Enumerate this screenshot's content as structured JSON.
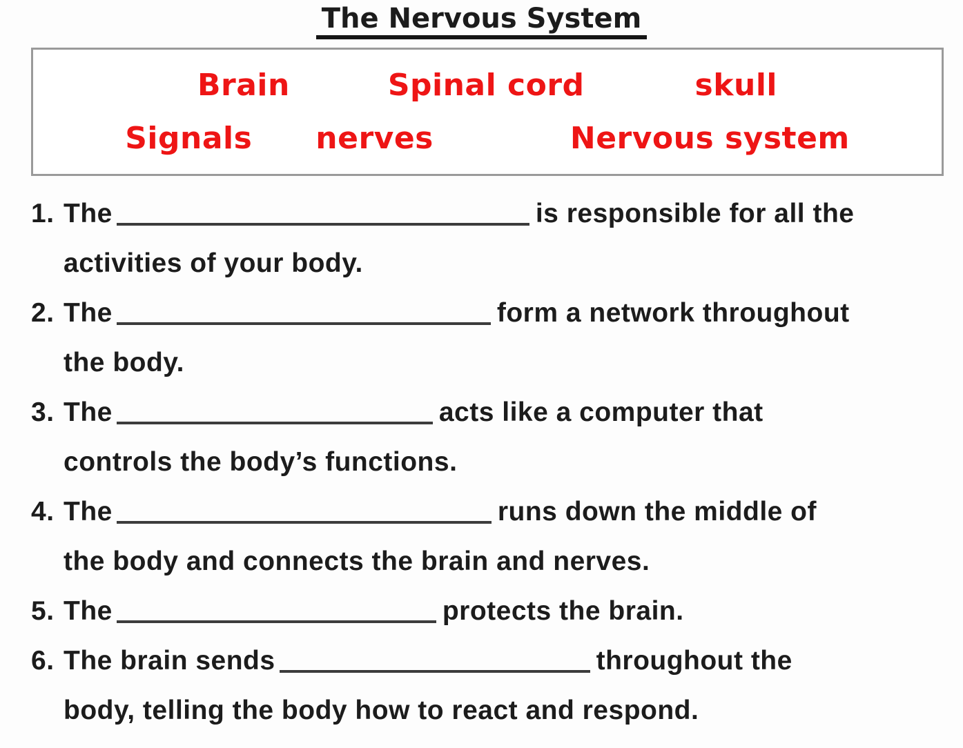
{
  "title": "The Nervous System",
  "colors": {
    "word_bank_text": "#ee1515",
    "body_text": "#1c1c1c",
    "box_border": "#9a9a9a"
  },
  "word_bank": {
    "rows": [
      [
        "Brain",
        "Spinal cord",
        "skull"
      ],
      [
        "Signals",
        "nerves",
        "Nervous system"
      ]
    ]
  },
  "questions": [
    {
      "number": "1.",
      "pre": "The",
      "post_first_line": "is responsible for all the",
      "second_line": "activities of your body."
    },
    {
      "number": "2.",
      "pre": "The",
      "post_first_line": "form a network throughout",
      "second_line": "the body."
    },
    {
      "number": "3.",
      "pre": "The",
      "post_first_line": "acts like a computer that",
      "second_line": "controls the body’s functions."
    },
    {
      "number": "4.",
      "pre": "The",
      "post_first_line": "runs down the middle of",
      "second_line": "the body and connects the brain and nerves."
    },
    {
      "number": "5.",
      "pre": "The",
      "post_first_line": "protects the brain."
    },
    {
      "number": "6.",
      "pre": "The brain sends",
      "post_first_line": "throughout the",
      "second_line": "body, telling the body how to react and respond."
    }
  ]
}
